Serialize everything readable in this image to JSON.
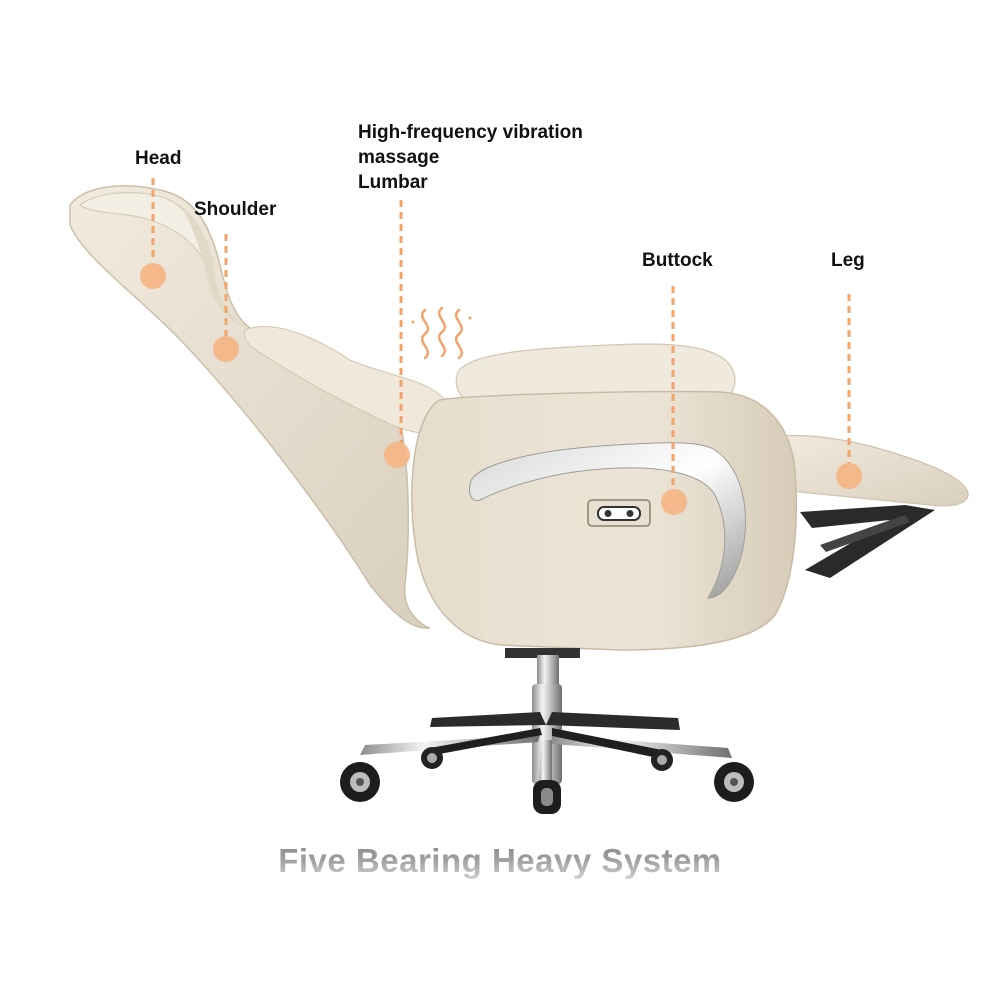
{
  "labels": {
    "head": "Head",
    "shoulder": "Shoulder",
    "lumbar_lines": [
      "High-frequency vibration",
      "massage",
      "Lumbar"
    ],
    "buttock": "Buttock",
    "leg": "Leg"
  },
  "footer_title": "Five Bearing Heavy System",
  "colors": {
    "marker": "#f5b584",
    "leader_line": "#f2a46b",
    "upholstery": "#e8dfcf",
    "upholstery_shadow": "#cfc3ae",
    "chrome": "#c9c9c9",
    "text": "#111111"
  },
  "icons": [
    "vibration-waves-icon",
    "recline-control-button-icon"
  ]
}
